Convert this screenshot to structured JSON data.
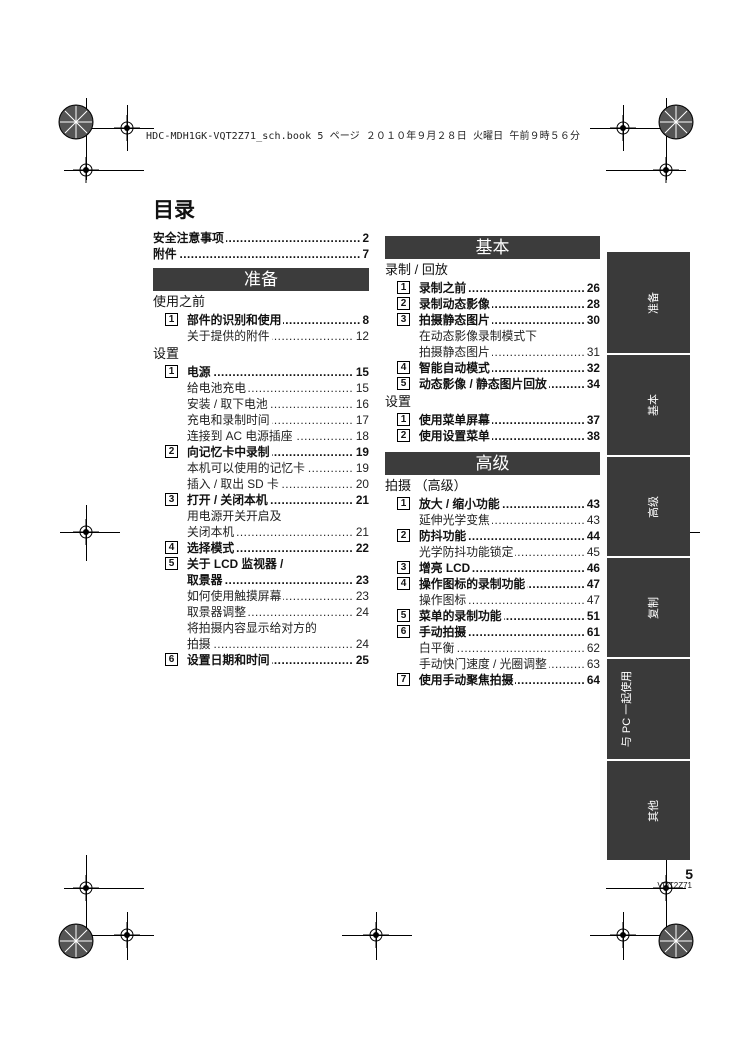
{
  "header_line": "HDC-MDH1GK-VQT2Z71_sch.book  5 ページ  ２０１０年９月２８日  火曜日  午前９時５６分",
  "title": "目录",
  "top_links": [
    {
      "label": "安全注意事项",
      "page": "2"
    },
    {
      "label": "附件",
      "page": "7"
    }
  ],
  "left": {
    "section_bar": "准备",
    "groups": [
      {
        "heading": "使用之前",
        "entries": [
          {
            "num": "1",
            "label": "部件的识别和使用",
            "page": "8",
            "bold": true
          },
          {
            "num": "",
            "label": "关于提供的附件",
            "page": "12",
            "bold": false
          }
        ]
      },
      {
        "heading": "设置",
        "entries": [
          {
            "num": "1",
            "label": "电源",
            "page": "15",
            "bold": true
          },
          {
            "num": "",
            "label": "给电池充电",
            "page": "15",
            "bold": false
          },
          {
            "num": "",
            "label": "安装 / 取下电池",
            "page": "16",
            "bold": false
          },
          {
            "num": "",
            "label": "充电和录制时间",
            "page": "17",
            "bold": false
          },
          {
            "num": "",
            "label": "连接到 AC 电源插座",
            "page": "18",
            "bold": false
          },
          {
            "num": "2",
            "label": "向记忆卡中录制",
            "page": "19",
            "bold": true
          },
          {
            "num": "",
            "label": "本机可以使用的记忆卡",
            "page": "19",
            "bold": false
          },
          {
            "num": "",
            "label": "插入 / 取出 SD 卡",
            "page": "20",
            "bold": false
          },
          {
            "num": "3",
            "label": "打开 / 关闭本机",
            "page": "21",
            "bold": true
          },
          {
            "num": "",
            "label": "用电源开关开启及",
            "page": "",
            "bold": false
          },
          {
            "num": "",
            "label": "关闭本机",
            "page": "21",
            "bold": false
          },
          {
            "num": "4",
            "label": "选择模式",
            "page": "22",
            "bold": true
          },
          {
            "num": "5",
            "label": "关于 LCD 监视器 /",
            "page": "",
            "bold": true
          },
          {
            "num": "",
            "label": "取景器",
            "page": "23",
            "bold": true
          },
          {
            "num": "",
            "label": "如何使用触摸屏幕",
            "page": "23",
            "bold": false
          },
          {
            "num": "",
            "label": "取景器调整",
            "page": "24",
            "bold": false
          },
          {
            "num": "",
            "label": "将拍摄内容显示给对方的",
            "page": "",
            "bold": false
          },
          {
            "num": "",
            "label": "拍摄",
            "page": "24",
            "bold": false
          },
          {
            "num": "6",
            "label": "设置日期和时间",
            "page": "25",
            "bold": true
          }
        ]
      }
    ]
  },
  "right": {
    "bar1": "基本",
    "group1": {
      "heading": "录制 / 回放",
      "entries": [
        {
          "num": "1",
          "label": "录制之前",
          "page": "26",
          "bold": true
        },
        {
          "num": "2",
          "label": "录制动态影像",
          "page": "28",
          "bold": true
        },
        {
          "num": "3",
          "label": "拍摄静态图片",
          "page": "30",
          "bold": true
        },
        {
          "num": "",
          "label": "在动态影像录制模式下",
          "page": "",
          "bold": false
        },
        {
          "num": "",
          "label": "拍摄静态图片",
          "page": "31",
          "bold": false
        },
        {
          "num": "4",
          "label": "智能自动模式",
          "page": "32",
          "bold": true
        },
        {
          "num": "5",
          "label": "动态影像 / 静态图片回放",
          "page": "34",
          "bold": true
        }
      ]
    },
    "group2": {
      "heading": "设置",
      "entries": [
        {
          "num": "1",
          "label": "使用菜单屏幕",
          "page": "37",
          "bold": true
        },
        {
          "num": "2",
          "label": "使用设置菜单",
          "page": "38",
          "bold": true
        }
      ]
    },
    "bar2": "高级",
    "group3": {
      "heading": "拍摄 （高级）",
      "entries": [
        {
          "num": "1",
          "label": "放大 / 缩小功能",
          "page": "43",
          "bold": true
        },
        {
          "num": "",
          "label": "延伸光学变焦",
          "page": "43",
          "bold": false
        },
        {
          "num": "2",
          "label": "防抖功能",
          "page": "44",
          "bold": true
        },
        {
          "num": "",
          "label": "光学防抖功能锁定",
          "page": "45",
          "bold": false
        },
        {
          "num": "3",
          "label": "增亮 LCD",
          "page": "46",
          "bold": true
        },
        {
          "num": "4",
          "label": "操作图标的录制功能",
          "page": "47",
          "bold": true
        },
        {
          "num": "",
          "label": "操作图标",
          "page": "47",
          "bold": false
        },
        {
          "num": "5",
          "label": "菜单的录制功能",
          "page": "51",
          "bold": true
        },
        {
          "num": "6",
          "label": "手动拍摄",
          "page": "61",
          "bold": true
        },
        {
          "num": "",
          "label": "白平衡",
          "page": "62",
          "bold": false
        },
        {
          "num": "",
          "label": "手动快门速度 / 光圈调整",
          "page": "63",
          "bold": false
        },
        {
          "num": "7",
          "label": "使用手动聚焦拍摄",
          "page": "64",
          "bold": true
        }
      ]
    }
  },
  "side_tabs": [
    "准备",
    "基本",
    "高级",
    "复制",
    "与 PC 一起使用",
    "其他"
  ],
  "page_number": "5",
  "doc_code": "VQT2Z71"
}
